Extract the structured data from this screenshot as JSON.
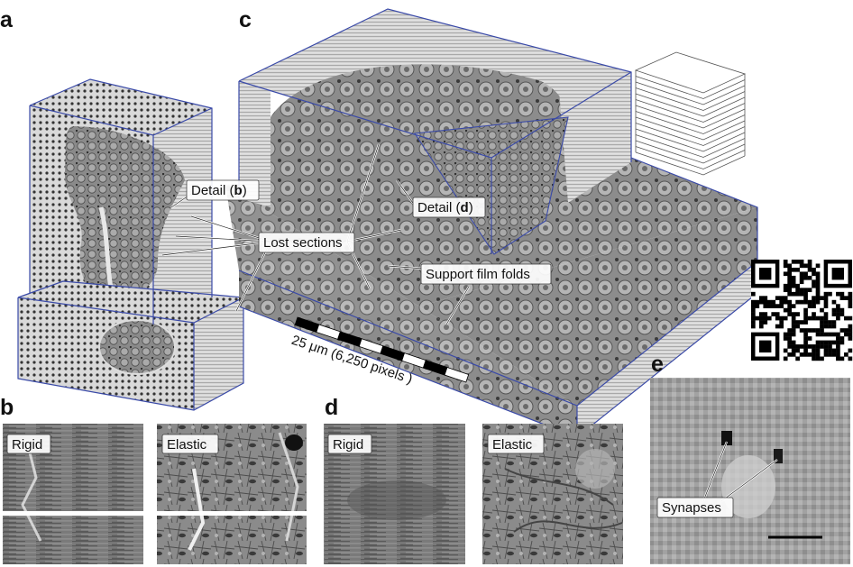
{
  "panels": {
    "a": "a",
    "b": "b",
    "c": "c",
    "d": "d",
    "e": "e"
  },
  "labels": {
    "detail_b_prefix": "Detail (",
    "detail_b_letter": "b",
    "detail_b_suffix": ")",
    "detail_d_prefix": "Detail (",
    "detail_d_letter": "d",
    "detail_d_suffix": ")",
    "lost_sections": "Lost sections",
    "support_film_folds": "Support film folds",
    "scale_bar": "25 μm (6,250 pixels )",
    "b_rigid": "Rigid",
    "b_elastic": "Elastic",
    "d_rigid": "Rigid",
    "d_elastic": "Elastic",
    "synapses": "Synapses"
  },
  "colors": {
    "box_edge": "#3a4aa8",
    "tissue_dark": "#4a4a4a",
    "tissue_mid": "#8a8a8a",
    "tissue_light": "#c8c8c8"
  },
  "icons": {
    "qr": "qr-code-icon",
    "stack": "section-stack-icon"
  }
}
